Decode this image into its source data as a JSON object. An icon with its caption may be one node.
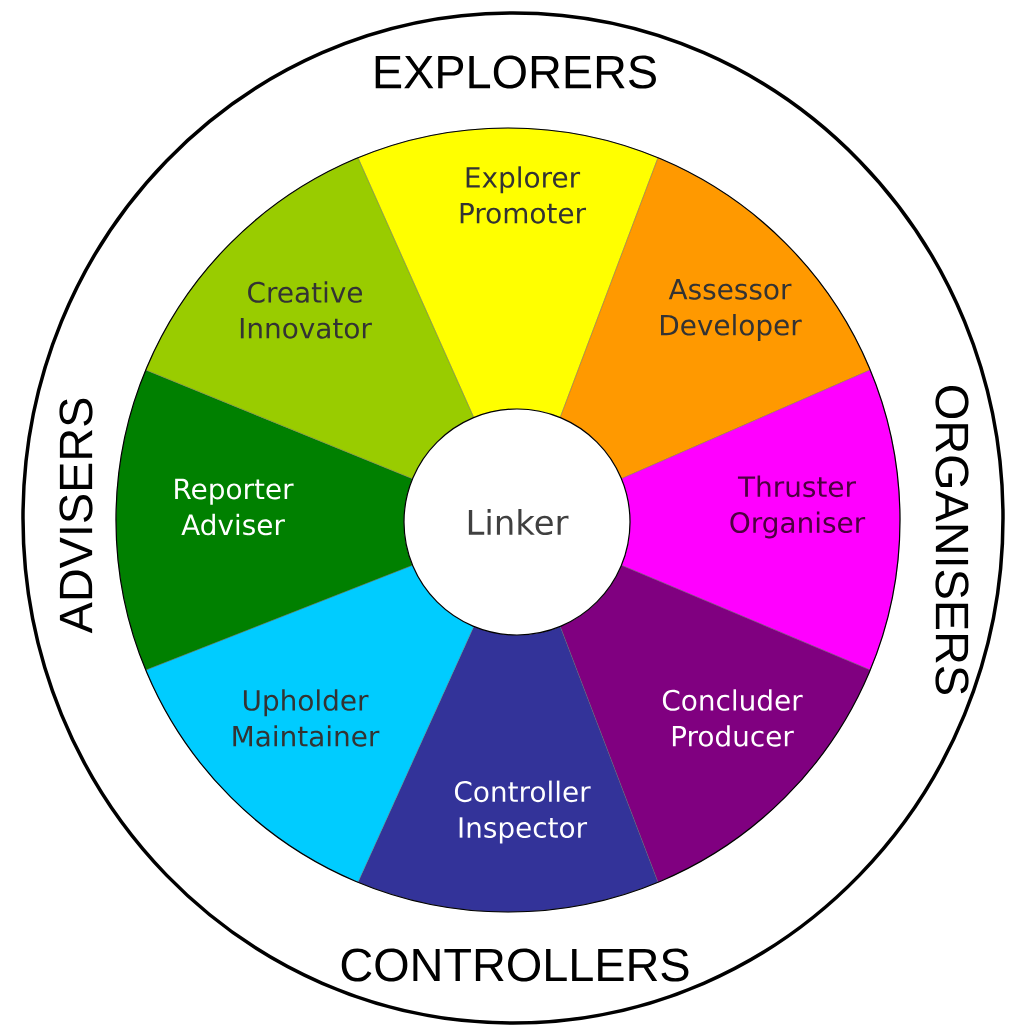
{
  "diagram": {
    "nodes": [
      {
        "text": [
          "Explorer Promoter"
        ]
      },
      {
        "text": [
          "Assessor Developer"
        ]
      },
      {
        "text": [
          "Thruster Organiser"
        ]
      },
      {
        "text": [
          "Concluder Producer"
        ]
      },
      {
        "text": [
          "Controller Inspector"
        ]
      },
      {
        "text": [
          "Upholder Maintainer"
        ]
      },
      {
        "text": [
          "Reporter Adviser"
        ]
      },
      {
        "text": [
          "Creative Innovator"
        ]
      },
      {
        "text": [
          "Linker"
        ]
      }
    ],
    "labels": [
      "EXPLORERS",
      "ADVISERS",
      "ORGANISERS",
      "CONTROLLERS"
    ]
  }
}
